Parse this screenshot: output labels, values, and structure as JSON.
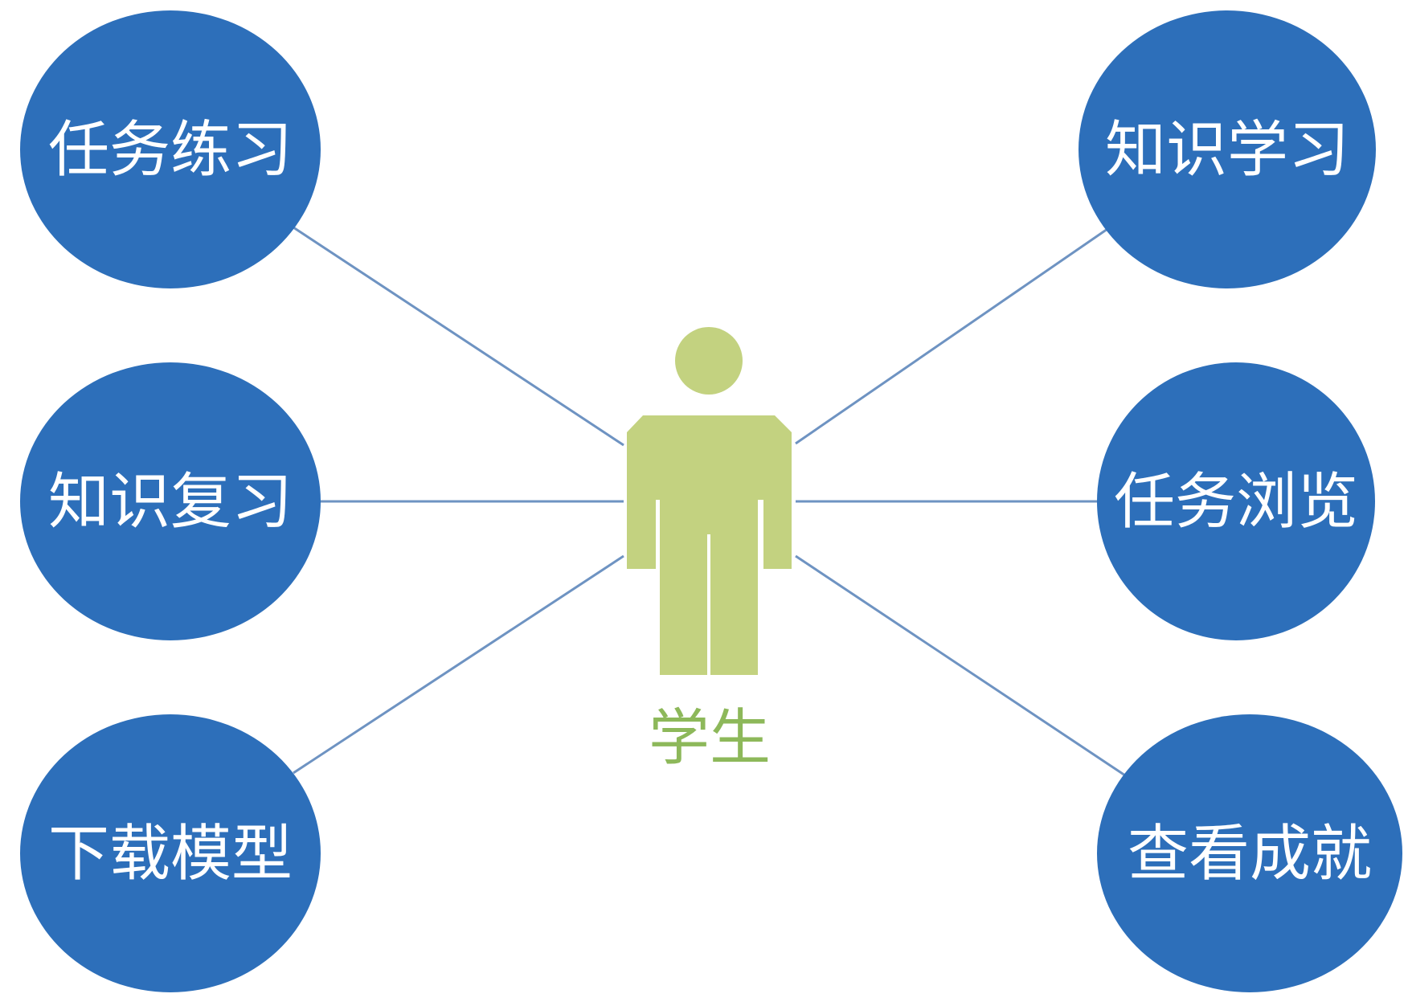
{
  "actor": {
    "label": "学生",
    "color": "#c3d280"
  },
  "colors": {
    "node_fill": "#2d6fba",
    "node_text": "#ffffff",
    "connector": "#6e93c2",
    "actor_label": "#8db85a"
  },
  "use_cases": [
    {
      "id": "task-practice",
      "label": "任务练习",
      "side": "left"
    },
    {
      "id": "knowledge-review",
      "label": "知识复习",
      "side": "left"
    },
    {
      "id": "download-model",
      "label": "下载模型",
      "side": "left"
    },
    {
      "id": "knowledge-learning",
      "label": "知识学习",
      "side": "right"
    },
    {
      "id": "task-browse",
      "label": "任务浏览",
      "side": "right"
    },
    {
      "id": "view-achievements",
      "label": "查看成就",
      "side": "right"
    }
  ]
}
